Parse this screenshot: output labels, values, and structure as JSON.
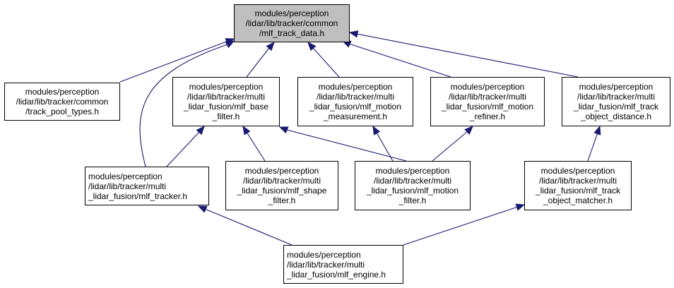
{
  "colors": {
    "edge": "#191970",
    "root_fill": "#bfbfbf",
    "node_fill": "#ffffff",
    "border": "#000000"
  },
  "nodes": [
    {
      "id": "mlf_track_data",
      "lines": [
        "modules/perception",
        "/lidar/lib/tracker/common",
        "/mlf_track_data.h"
      ],
      "root": true
    },
    {
      "id": "track_pool_types",
      "lines": [
        "modules/perception",
        "/lidar/lib/tracker/common",
        "/track_pool_types.h"
      ]
    },
    {
      "id": "mlf_base_filter",
      "lines": [
        "modules/perception",
        "/lidar/lib/tracker/multi",
        "_lidar_fusion/mlf_base",
        "_filter.h"
      ]
    },
    {
      "id": "mlf_motion_measurement",
      "lines": [
        "modules/perception",
        "/lidar/lib/tracker/multi",
        "_lidar_fusion/mlf_motion",
        "_measurement.h"
      ]
    },
    {
      "id": "mlf_motion_refiner",
      "lines": [
        "modules/perception",
        "/lidar/lib/tracker/multi",
        "_lidar_fusion/mlf_motion",
        "_refiner.h"
      ]
    },
    {
      "id": "mlf_track_object_distance",
      "lines": [
        "modules/perception",
        "/lidar/lib/tracker/multi",
        "_lidar_fusion/mlf_track",
        "_object_distance.h"
      ]
    },
    {
      "id": "mlf_tracker",
      "lines": [
        "modules/perception",
        "/lidar/lib/tracker/multi",
        "_lidar_fusion/mlf_tracker.h"
      ]
    },
    {
      "id": "mlf_shape_filter",
      "lines": [
        "modules/perception",
        "/lidar/lib/tracker/multi",
        "_lidar_fusion/mlf_shape",
        "_filter.h"
      ]
    },
    {
      "id": "mlf_motion_filter",
      "lines": [
        "modules/perception",
        "/lidar/lib/tracker/multi",
        "_lidar_fusion/mlf_motion",
        "_filter.h"
      ]
    },
    {
      "id": "mlf_track_object_matcher",
      "lines": [
        "modules/perception",
        "/lidar/lib/tracker/multi",
        "_lidar_fusion/mlf_track",
        "_object_matcher.h"
      ]
    },
    {
      "id": "mlf_engine",
      "lines": [
        "modules/perception",
        "/lidar/lib/tracker/multi",
        "_lidar_fusion/mlf_engine.h"
      ]
    }
  ],
  "edges": [
    {
      "from": "track_pool_types",
      "to": "mlf_track_data"
    },
    {
      "from": "mlf_base_filter",
      "to": "mlf_track_data"
    },
    {
      "from": "mlf_motion_measurement",
      "to": "mlf_track_data"
    },
    {
      "from": "mlf_motion_refiner",
      "to": "mlf_track_data"
    },
    {
      "from": "mlf_track_object_distance",
      "to": "mlf_track_data"
    },
    {
      "from": "mlf_tracker",
      "to": "mlf_track_data"
    },
    {
      "from": "mlf_tracker",
      "to": "mlf_base_filter"
    },
    {
      "from": "mlf_shape_filter",
      "to": "mlf_base_filter"
    },
    {
      "from": "mlf_motion_filter",
      "to": "mlf_base_filter"
    },
    {
      "from": "mlf_motion_filter",
      "to": "mlf_motion_measurement"
    },
    {
      "from": "mlf_motion_filter",
      "to": "mlf_motion_refiner"
    },
    {
      "from": "mlf_track_object_matcher",
      "to": "mlf_track_object_distance"
    },
    {
      "from": "mlf_engine",
      "to": "mlf_tracker"
    },
    {
      "from": "mlf_engine",
      "to": "mlf_track_object_matcher"
    }
  ]
}
